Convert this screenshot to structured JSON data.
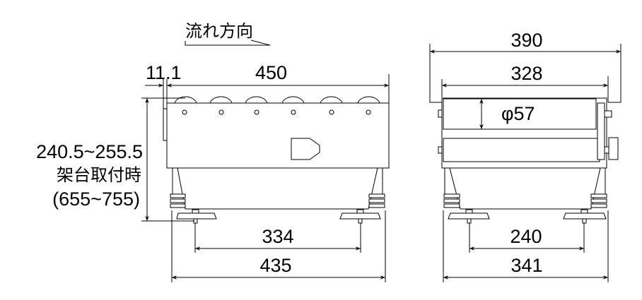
{
  "flow_label": "流れ方向",
  "side_view": {
    "dim_offset": "11.1",
    "dim_length": "450",
    "dim_height": "240.5~255.5",
    "mount_label": "架台取付時",
    "mount_height": "(655~755)",
    "dim_foot_pitch": "334",
    "dim_overall_base": "435"
  },
  "end_view": {
    "dim_overall_width": "390",
    "dim_roller_width": "328",
    "roller_diameter": "φ57",
    "dim_foot_pitch": "240",
    "dim_base_width": "341"
  }
}
